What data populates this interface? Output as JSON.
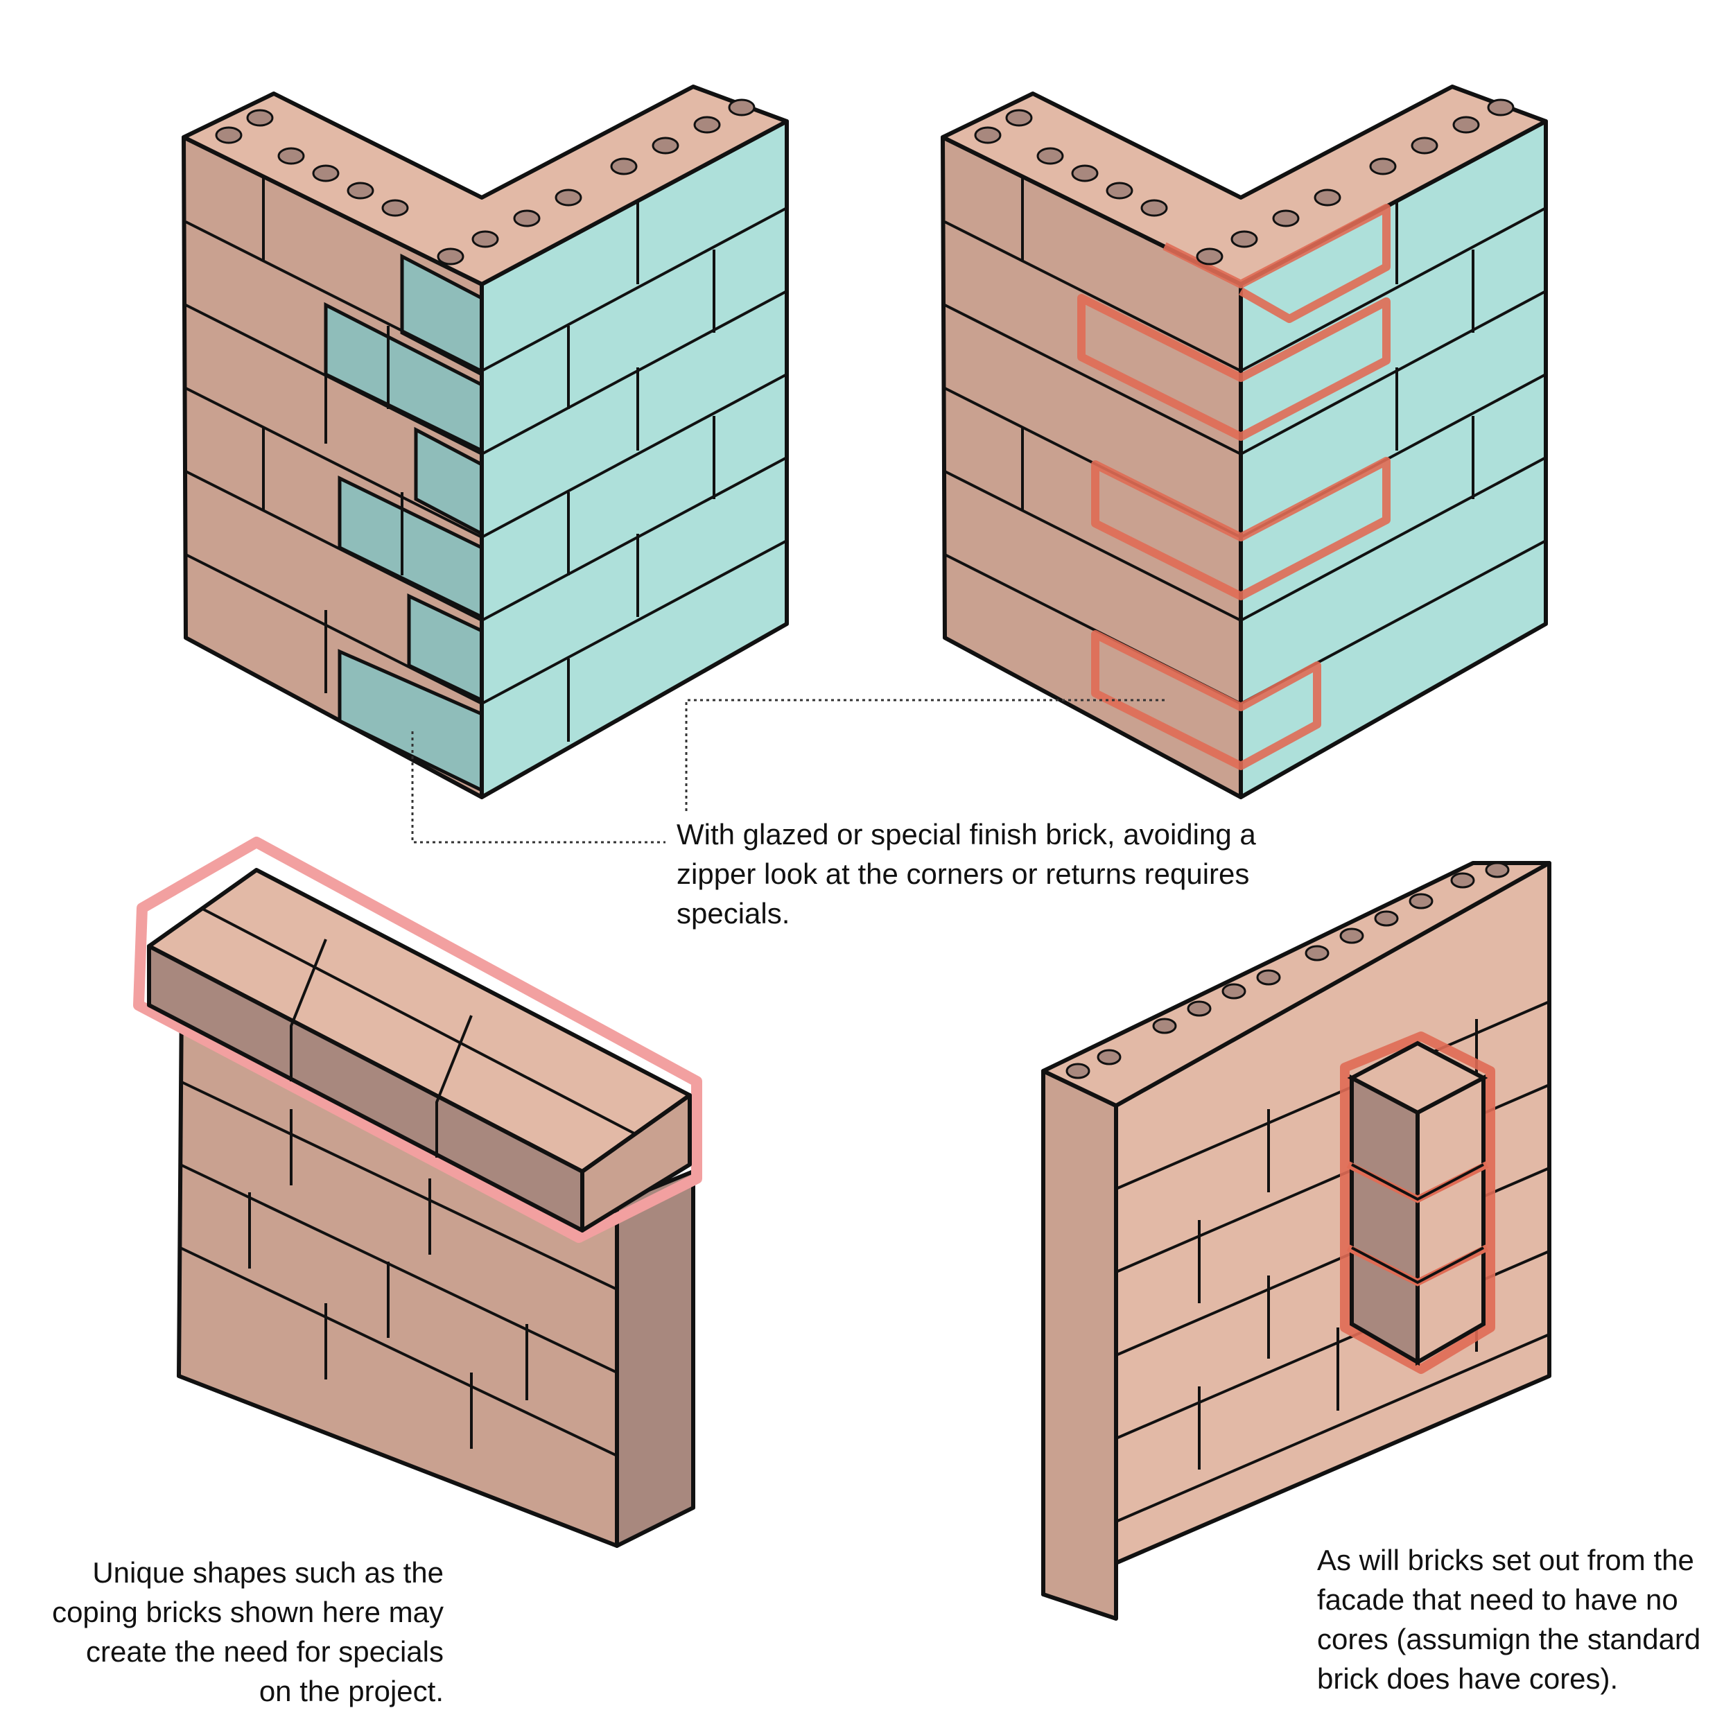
{
  "captions": {
    "glazed_corner": "With glazed or special finish brick, avoiding a\nzipper look at the corners or returns requires\nspecials.",
    "coping": "Unique shapes such as the\ncoping bricks shown here may\ncreate the need for specials\non the project.",
    "set_out": "As will bricks set out from the\nfacade that need to have no\ncores (assumign the standard\nbrick does have cores)."
  },
  "illustrations": [
    {
      "id": "zipper-corner",
      "description_name": "brick corner, glazed return, no specials"
    },
    {
      "id": "special-corner",
      "description_name": "brick corner with special corner bricks highlighted"
    },
    {
      "id": "coping-wall",
      "description_name": "wall with coping bricks highlighted"
    },
    {
      "id": "setout-wall",
      "description_name": "wall with set-out solid bricks highlighted"
    }
  ],
  "colors": {
    "brick_light": "#e2b9a6",
    "brick_mid": "#c9a190",
    "brick_dark": "#a8887e",
    "glazed_light": "#aee0da",
    "glazed_dark": "#8fbdba",
    "mortar": "#f7dbcf",
    "outline": "#111111",
    "highlight": "#e06c55",
    "highlight_soft": "#f2a0a0",
    "leader": "#333333"
  }
}
